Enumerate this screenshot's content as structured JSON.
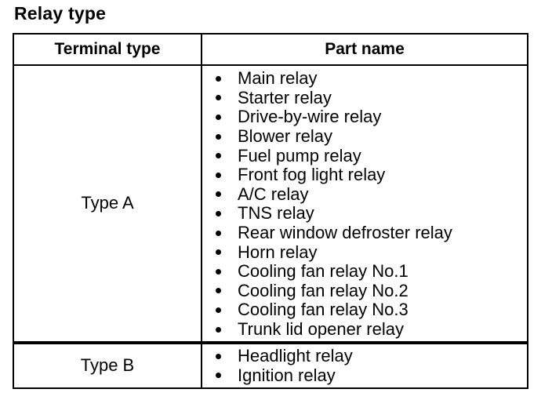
{
  "title": "Relay type",
  "table": {
    "headers": {
      "terminal_type": "Terminal type",
      "part_name": "Part name"
    },
    "rows": [
      {
        "terminal_type": "Type A",
        "parts": [
          "Main relay",
          "Starter relay",
          "Drive-by-wire relay",
          "Blower relay",
          "Fuel pump relay",
          "Front fog light relay",
          "A/C relay",
          "TNS relay",
          "Rear window defroster relay",
          "Horn relay",
          "Cooling fan relay No.1",
          "Cooling fan relay No.2",
          "Cooling fan relay No.3",
          "Trunk lid opener relay"
        ]
      },
      {
        "terminal_type": "Type B",
        "parts": [
          "Headlight relay",
          "Ignition relay"
        ]
      }
    ]
  },
  "icons": {
    "bullet": "bullet-icon"
  }
}
